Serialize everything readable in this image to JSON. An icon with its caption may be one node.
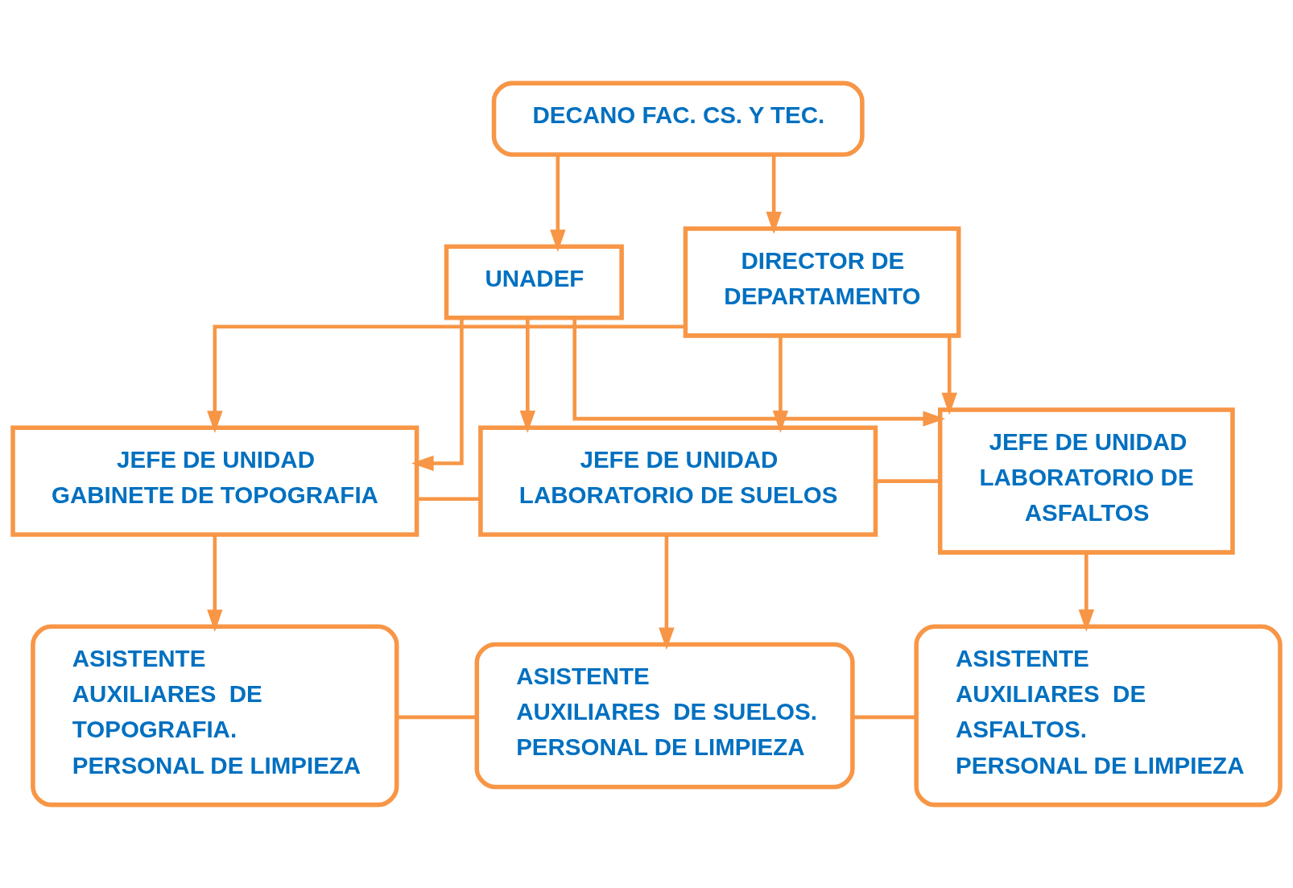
{
  "diagram": {
    "nodes": [
      {
        "text": [
          "DECANO FAC. CS. Y TEC."
        ]
      },
      {
        "text": [
          "UNADEF"
        ]
      },
      {
        "text": [
          "DIRECTOR DE DEPARTAMENTO"
        ]
      },
      {
        "text": [
          "JEFE DE UNIDAD GABINETE DE TOPOGRAFIA"
        ]
      },
      {
        "text": [
          "JEFE DE UNIDAD LABORATORIO DE SUELOS"
        ]
      },
      {
        "text": [
          "JEFE DE UNIDAD LABORATORIO DE ASFALTOS"
        ]
      },
      {
        "text": [
          "ASISTENTE",
          "AUXILIARES  DE TOPOGRAFIA.",
          "PERSONAL DE LIMPIEZA"
        ]
      },
      {
        "text": [
          "ASISTENTE",
          "AUXILIARES  DE SUELOS.",
          "PERSONAL DE LIMPIEZA"
        ]
      },
      {
        "text": [
          "ASISTENTE",
          "AUXILIARES  DE ASFALTOS.",
          "PERSONAL DE LIMPIEZA"
        ]
      }
    ],
    "edges": [
      {
        "from": 0,
        "to": 1,
        "arrow": "to"
      },
      {
        "from": 0,
        "to": 2,
        "arrow": "to"
      },
      {
        "from": 2,
        "to": 3,
        "arrow": "to"
      },
      {
        "from": 2,
        "to": 4,
        "arrow": "to"
      },
      {
        "from": 2,
        "to": 5,
        "arrow": "to"
      },
      {
        "from": 1,
        "to": 3,
        "arrow": "to"
      },
      {
        "from": 1,
        "to": 4,
        "arrow": "to"
      },
      {
        "from": 1,
        "to": 5,
        "arrow": "to"
      },
      {
        "from": 3,
        "to": 4,
        "arrow": "none"
      },
      {
        "from": 4,
        "to": 5,
        "arrow": "none"
      },
      {
        "from": 3,
        "to": 6,
        "arrow": "to"
      },
      {
        "from": 4,
        "to": 7,
        "arrow": "to"
      },
      {
        "from": 5,
        "to": 8,
        "arrow": "to"
      },
      {
        "from": 6,
        "to": 7,
        "arrow": "none"
      },
      {
        "from": 7,
        "to": 8,
        "arrow": "none"
      }
    ]
  }
}
